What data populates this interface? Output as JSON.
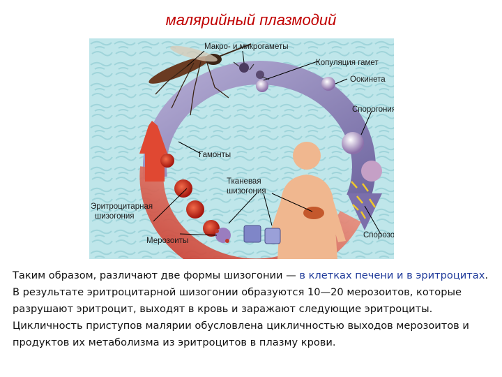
{
  "title": "малярийный плазмодий",
  "diagram": {
    "labels": {
      "gametes": "Макро- и микрогаметы",
      "copulation": "Копуляция гамет",
      "ookinete": "Оокинета",
      "sporogony": "Спорогония",
      "gamonts": "Гамонты",
      "tissue_line1": "Тканевая",
      "tissue_line2": "шизогония",
      "erythro_line1": "Эритроцитарная",
      "erythro_line2": "шизогония",
      "sporozoites": "Спорозоиты",
      "merozoites": "Мерозоиты"
    },
    "colors": {
      "ring_purple": "#8f86b6",
      "ring_red": "#d9483a",
      "background": "#bfe6ea"
    }
  },
  "paragraph": {
    "part1": "Таким образом, различают две формы шизогонии — ",
    "highlight": "в клетках печени и в эритроцитах",
    "part2": ". В результате эритроцитарной шизогонии образуются 10—20 мерозоитов, которые разрушают эритроцит, выходят в кровь и заражают следующие эритроциты. Цикличность приступов малярии обусловлена цикличностью выходов мерозоитов и продуктов их метаболизма из эритроцитов в плазму крови."
  }
}
